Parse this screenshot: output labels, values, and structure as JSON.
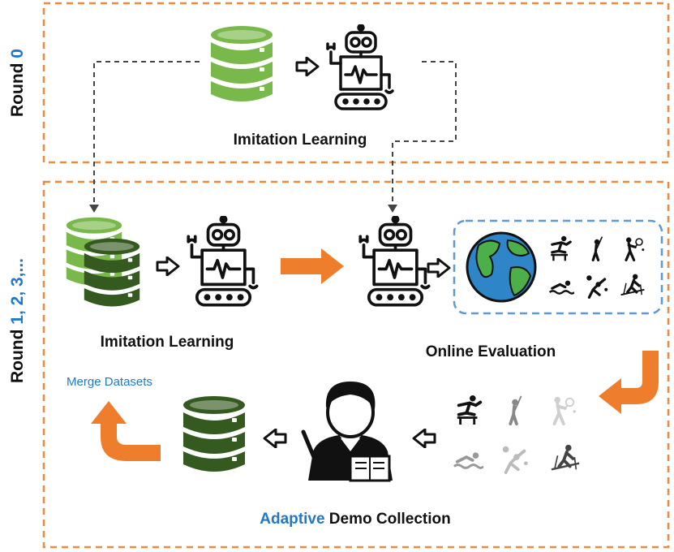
{
  "colors": {
    "frame": "#ef8a3c",
    "accent_blue": "#1f78c8",
    "db_light": "#79b84a",
    "db_dark": "#355a20",
    "orange_arrow": "#ef7e2c",
    "eval_box": "#5b9ad5",
    "earth_ocean": "#2e86c8",
    "earth_land": "#4daf4a"
  },
  "round0": {
    "label_prefix": "Round ",
    "label_number": "0",
    "caption": "Imitation Learning"
  },
  "round1": {
    "label_prefix": "Round ",
    "label_numbers": "1, 2, 3,...",
    "il_caption": "Imitation Learning",
    "eval_caption": "Online Evaluation",
    "merge_label": "Merge Datasets",
    "adc_highlight": "Adaptive",
    "adc_rest": " Demo Collection"
  },
  "icons": {
    "database": "database-icon",
    "robot": "robot-icon",
    "globe": "globe-icon",
    "hurdle": "hurdler-icon",
    "golf": "golfer-icon",
    "tennis": "tennis-icon",
    "swim": "swimmer-icon",
    "volley": "volleyball-icon",
    "ski": "skier-icon",
    "teacher": "teacher-icon"
  }
}
